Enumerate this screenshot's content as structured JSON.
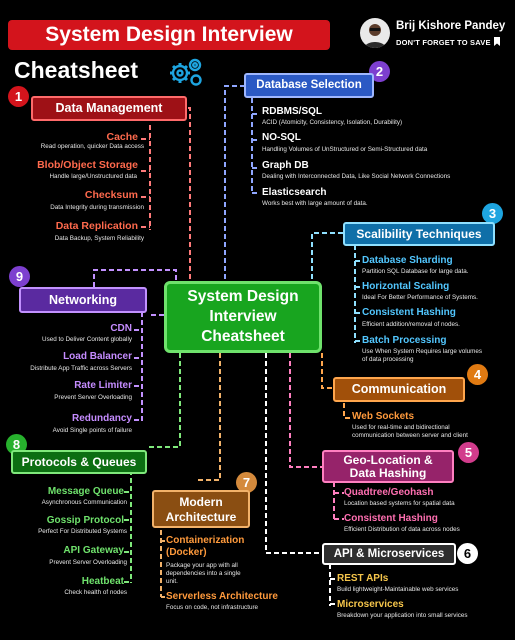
{
  "header": {
    "title": "System Design Interview",
    "subtitle": "Cheatsheet",
    "author": "Brij Kishore Pandey",
    "tagline": "DON'T FORGET TO SAVE",
    "gear_icon": "gears-icon",
    "bookmark_icon": "bookmark-icon"
  },
  "center": {
    "lines": [
      "System Design",
      "Interview",
      "Cheatsheet"
    ]
  },
  "colors": {
    "red": "#d3141c",
    "blue": "#3d7be8",
    "cyan": "#1ea5e0",
    "orange": "#e07a12",
    "pink": "#d23c8c",
    "violet": "#7d3fcf",
    "green": "#27b12d",
    "brown": "#d48a3c",
    "white": "#ffffff"
  },
  "sections": {
    "data_management": {
      "number": "1",
      "title": "Data Management",
      "items": [
        {
          "name": "Cache",
          "desc": [
            "Read operation, quicker Data access"
          ]
        },
        {
          "name": "Blob/Object Storage",
          "desc": [
            "Handle large/Unstructured data"
          ]
        },
        {
          "name": "Checksum",
          "desc": [
            "Data Integrity during transmission"
          ]
        },
        {
          "name": "Data Replication",
          "desc": [
            "Data Backup, System Reliability"
          ]
        }
      ]
    },
    "database_selection": {
      "number": "2",
      "title": "Database Selection",
      "items": [
        {
          "name": "RDBMS/SQL",
          "desc": [
            "ACID (Atomicity, Consistency, Isolation, Durability)"
          ]
        },
        {
          "name": "NO-SQL",
          "desc": [
            "Handling Volumes of UnStructured or Semi-Structured data"
          ]
        },
        {
          "name": "Graph DB",
          "desc": [
            "Dealing with Interconnected Data, Like Social Network Connections"
          ]
        },
        {
          "name": "Elasticsearch",
          "desc": [
            "Works best with large amount of data."
          ]
        }
      ]
    },
    "scalability": {
      "number": "3",
      "title": "Scalibility Techniques",
      "items": [
        {
          "name": "Database Sharding",
          "desc": [
            "Partition SQL Database for large data."
          ]
        },
        {
          "name": "Horizontal Scaling",
          "desc": [
            "Ideal For Better Performance of Systems."
          ]
        },
        {
          "name": "Consistent Hashing",
          "desc": [
            "Efficient addition/removal of nodes."
          ]
        },
        {
          "name": "Batch Processing",
          "desc": [
            "Use When System Requires large volumes",
            "of data processing"
          ]
        }
      ]
    },
    "communication": {
      "number": "4",
      "title": "Communication",
      "items": [
        {
          "name": "Web Sockets",
          "desc": [
            "Used for real-time and bidirectional",
            "communication between server and client"
          ]
        }
      ]
    },
    "geo_location": {
      "number": "5",
      "title_lines": [
        "Geo-Location &",
        "Data Hashing"
      ],
      "items": [
        {
          "name": "Quadtree/Geohash",
          "desc": [
            "Location based systems for spatial data"
          ]
        },
        {
          "name": "Consistent Hashing",
          "desc": [
            "Efficient Distribution of data across nodes"
          ]
        }
      ]
    },
    "api_microservices": {
      "number": "6",
      "title": "API & Microservices",
      "items": [
        {
          "name": "REST APIs",
          "desc": [
            "Build lightweight-Maintainable web services"
          ]
        },
        {
          "name": "Microservices",
          "desc": [
            "Breakdown your application into small services"
          ]
        }
      ]
    },
    "modern_architecture": {
      "number": "7",
      "title_lines": [
        "Modern",
        "Architecture"
      ],
      "items": [
        {
          "name_lines": [
            "Containerization",
            "(Docker)"
          ],
          "desc": [
            "Package your app with all",
            "dependencies into a single",
            "unit."
          ]
        },
        {
          "name_lines": [
            "Serverless Architecture"
          ],
          "desc": [
            "Focus on code, not infrastructure"
          ]
        }
      ]
    },
    "protocols": {
      "number": "8",
      "title": "Protocols & Queues",
      "items": [
        {
          "name": "Message Queue",
          "desc": [
            "Asynchronous Communication"
          ]
        },
        {
          "name": "Gossip Protocol",
          "desc": [
            "Perfect For Distributed Systems"
          ]
        },
        {
          "name": "API Gateway",
          "desc": [
            "Prevent Server Overloading"
          ]
        },
        {
          "name": "Heatbeat",
          "desc": [
            "Check health of nodes"
          ]
        }
      ]
    },
    "networking": {
      "number": "9",
      "title": "Networking",
      "items": [
        {
          "name": "CDN",
          "desc": [
            "Used to Deliver Content globally"
          ]
        },
        {
          "name": "Load Balancer",
          "desc": [
            "Distribute App Traffic across Servers"
          ]
        },
        {
          "name": "Rate Limiter",
          "desc": [
            "Prevent Server Overloading"
          ]
        },
        {
          "name": "Redundancy",
          "desc": [
            "Avoid Single points of failure"
          ]
        }
      ]
    }
  }
}
